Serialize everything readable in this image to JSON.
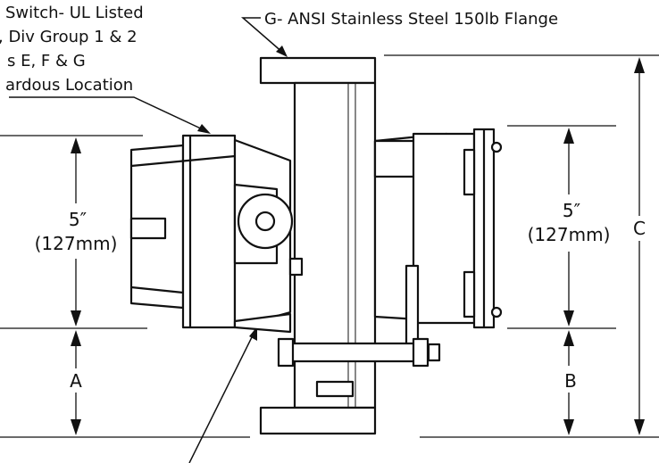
{
  "callouts": {
    "switch_note": [
      "Switch- UL Listed",
      ", Div Group 1 & 2",
      "s E, F & G",
      "ardous Location"
    ],
    "flange_note": "G- ANSI Stainless Steel 150lb Flange"
  },
  "dimensions": {
    "left_height": {
      "value": "5″",
      "metric": "(127mm)"
    },
    "right_height": {
      "value": "5″",
      "metric": "(127mm)"
    },
    "A": "A",
    "B": "B",
    "C": "C"
  },
  "colors": {
    "line": "#111111",
    "background": "#ffffff"
  }
}
